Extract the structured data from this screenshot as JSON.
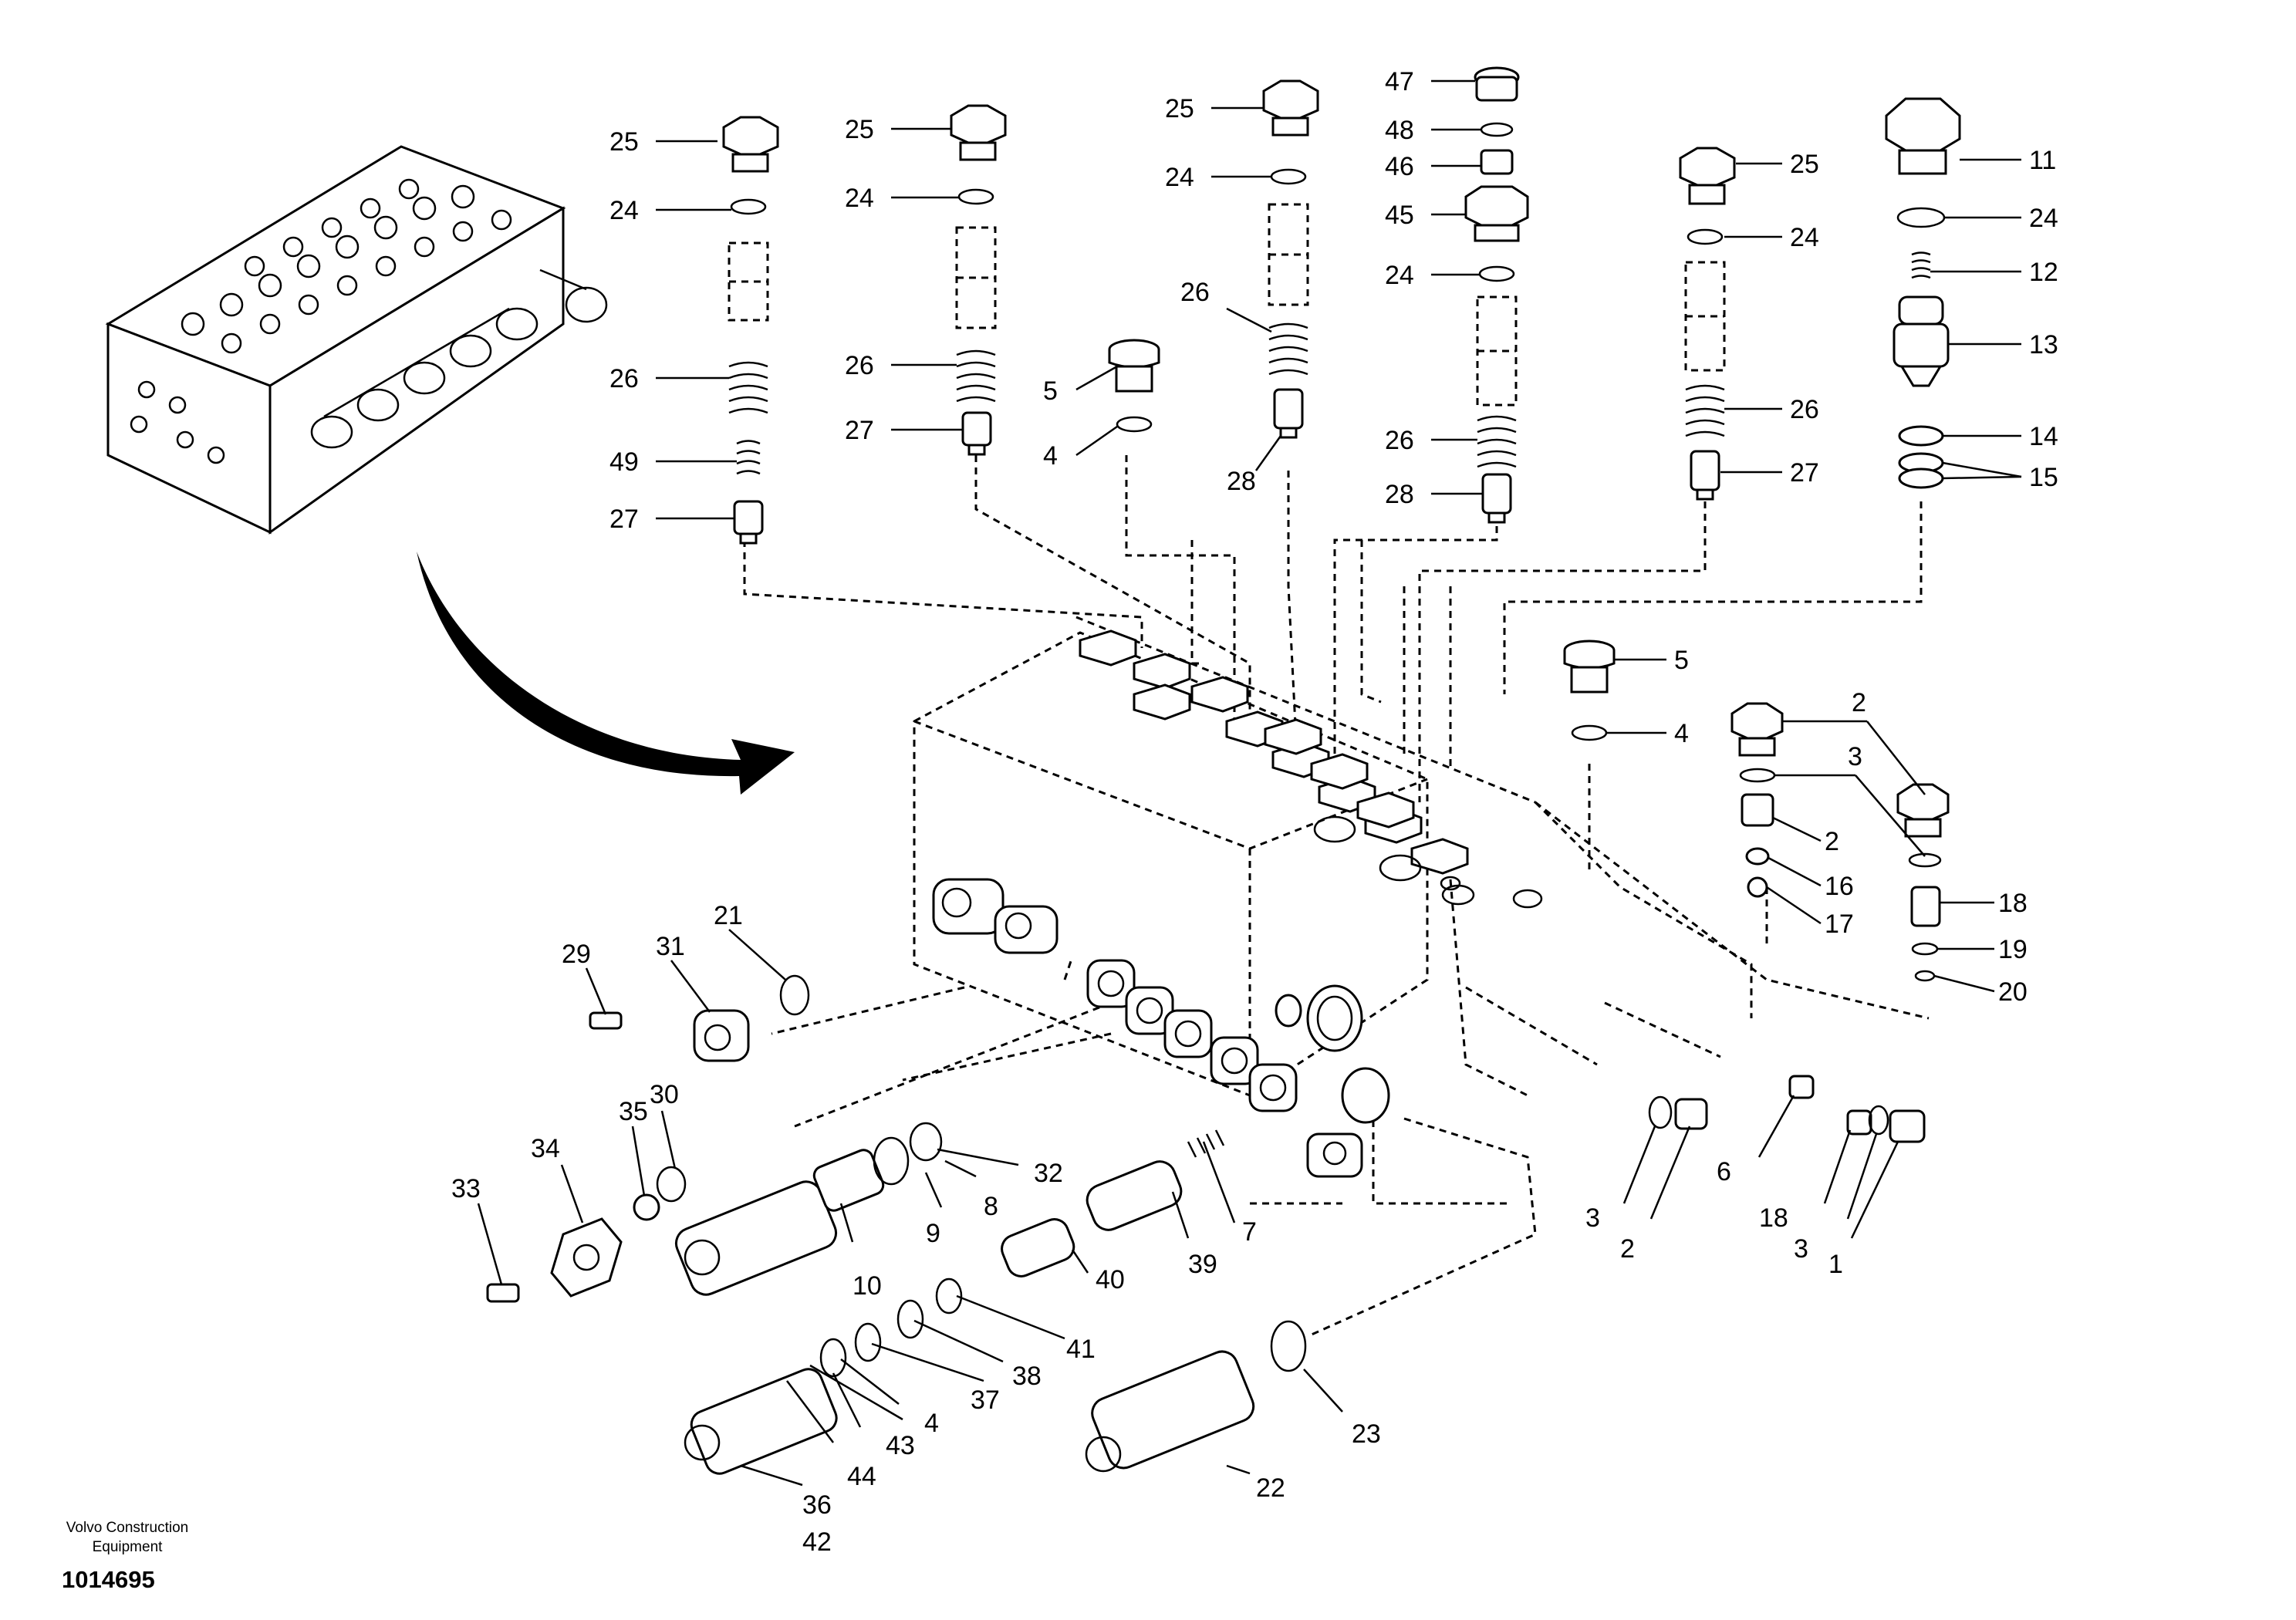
{
  "footer": {
    "brand_line1": "Volvo Construction",
    "brand_line2": "Equipment",
    "document_number": "1014695"
  },
  "callouts": [
    "25",
    "24",
    "26",
    "49",
    "27",
    "25",
    "24",
    "26",
    "27",
    "5",
    "4",
    "25",
    "24",
    "26",
    "28",
    "47",
    "48",
    "46",
    "45",
    "24",
    "26",
    "28",
    "25",
    "24",
    "26",
    "27",
    "11",
    "24",
    "12",
    "13",
    "14",
    "15",
    "5",
    "4",
    "2",
    "3",
    "2",
    "16",
    "17",
    "18",
    "19",
    "20",
    "21",
    "31",
    "29",
    "30",
    "35",
    "34",
    "33",
    "32",
    "8",
    "9",
    "10",
    "7",
    "39",
    "40",
    "41",
    "38",
    "37",
    "4",
    "43",
    "44",
    "36",
    "42",
    "23",
    "22",
    "3",
    "2",
    "6",
    "18",
    "3",
    "1"
  ]
}
